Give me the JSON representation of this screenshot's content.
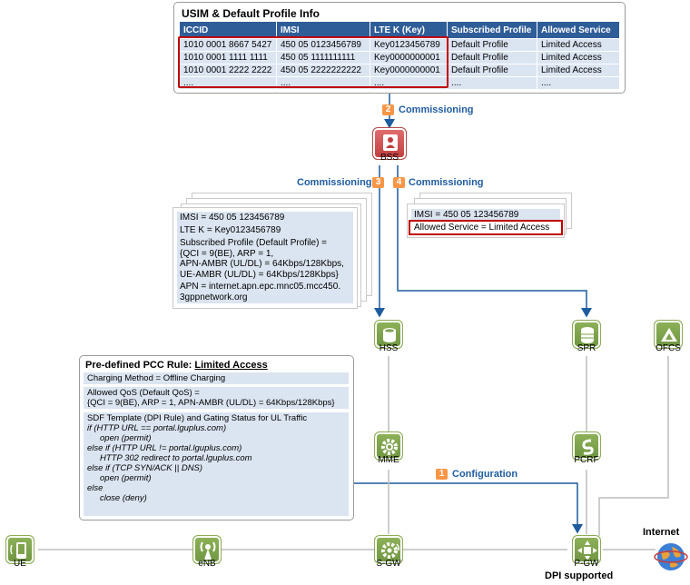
{
  "usim": {
    "title": "USIM & Default Profile Info",
    "columns": [
      "ICCID",
      "IMSI",
      "LTE K (Key)",
      "Subscribed Profile",
      "Allowed Service"
    ],
    "rows": [
      [
        "1010 0001 8667 5427",
        "450 05 0123456789",
        "Key0123456789",
        "Default Profile",
        "Limited Access"
      ],
      [
        "1010 0001 1111 1111",
        "450 05 1111111111",
        "Key0000000001",
        "Default Profile",
        "Limited Access"
      ],
      [
        "1010 0001 2222 2222",
        "450 05 2222222222",
        "Key0000000001",
        "Default Profile",
        "Limited Access"
      ],
      [
        "....",
        "....",
        "....",
        "....",
        "...."
      ]
    ]
  },
  "steps": {
    "s1": {
      "num": "1",
      "label": "Configuration"
    },
    "s2": {
      "num": "2",
      "label": "Commissioning"
    },
    "s3": {
      "num": "3",
      "label": "Commissioning"
    },
    "s4": {
      "num": "4",
      "label": "Commissioning"
    }
  },
  "nodes": {
    "bss": "BSS",
    "hss": "HSS",
    "spr": "SPR",
    "ofcs": "OFCS",
    "mme": "MME",
    "pcrf": "PCRF",
    "ue": "UE",
    "enb": "eNB",
    "sgw": "S-GW",
    "pgw": "P-GW"
  },
  "hss_info": {
    "imsi": "IMSI = 450 05 123456789",
    "ltek": "LTE K = Key0123456789",
    "profile": "Subscribed Profile (Default Profile) =\n{QCI = 9(BE), ARP = 1,\nAPN-AMBR (UL/DL) = 64Kbps/128Kbps,\nUE-AMBR (UL/DL) = 64Kbps/128Kbps}",
    "apn": "APN = internet.apn.epc.mnc05.mcc450.\n3gppnetwork.org"
  },
  "spr_info": {
    "imsi": "IMSI = 450 05 123456789",
    "service": "Allowed Service = Limited Access"
  },
  "pcc": {
    "title_prefix": "Pre-defined PCC Rule: ",
    "title_rule": "Limited Access",
    "charging": "Charging Method = Offline Charging",
    "qos_line1": "Allowed QoS (Default QoS) =",
    "qos_line2": "{QCI = 9(BE), ARP = 1, APN-AMBR (UL/DL) = 64Kbps/128Kbps}",
    "sdf_header": "SDF Template (DPI Rule) and Gating Status for UL Traffic",
    "sdf_lines": [
      {
        "text": "if (HTTP URL == portal.lguplus.com)",
        "indent": 0
      },
      {
        "text": "open (permit)",
        "indent": 1
      },
      {
        "text": "else if (HTTP URL != portal.lguplus.com)",
        "indent": 0
      },
      {
        "text": "HTTP 302 redirect to portal.lguplus.com",
        "indent": 1
      },
      {
        "text": "else if (TCP SYN/ACK || DNS)",
        "indent": 0
      },
      {
        "text": "open (permit)",
        "indent": 1
      },
      {
        "text": "else",
        "indent": 0
      },
      {
        "text": "close (deny)",
        "indent": 1
      }
    ]
  },
  "internet_label": "Internet",
  "dpi_label": "DPI supported"
}
